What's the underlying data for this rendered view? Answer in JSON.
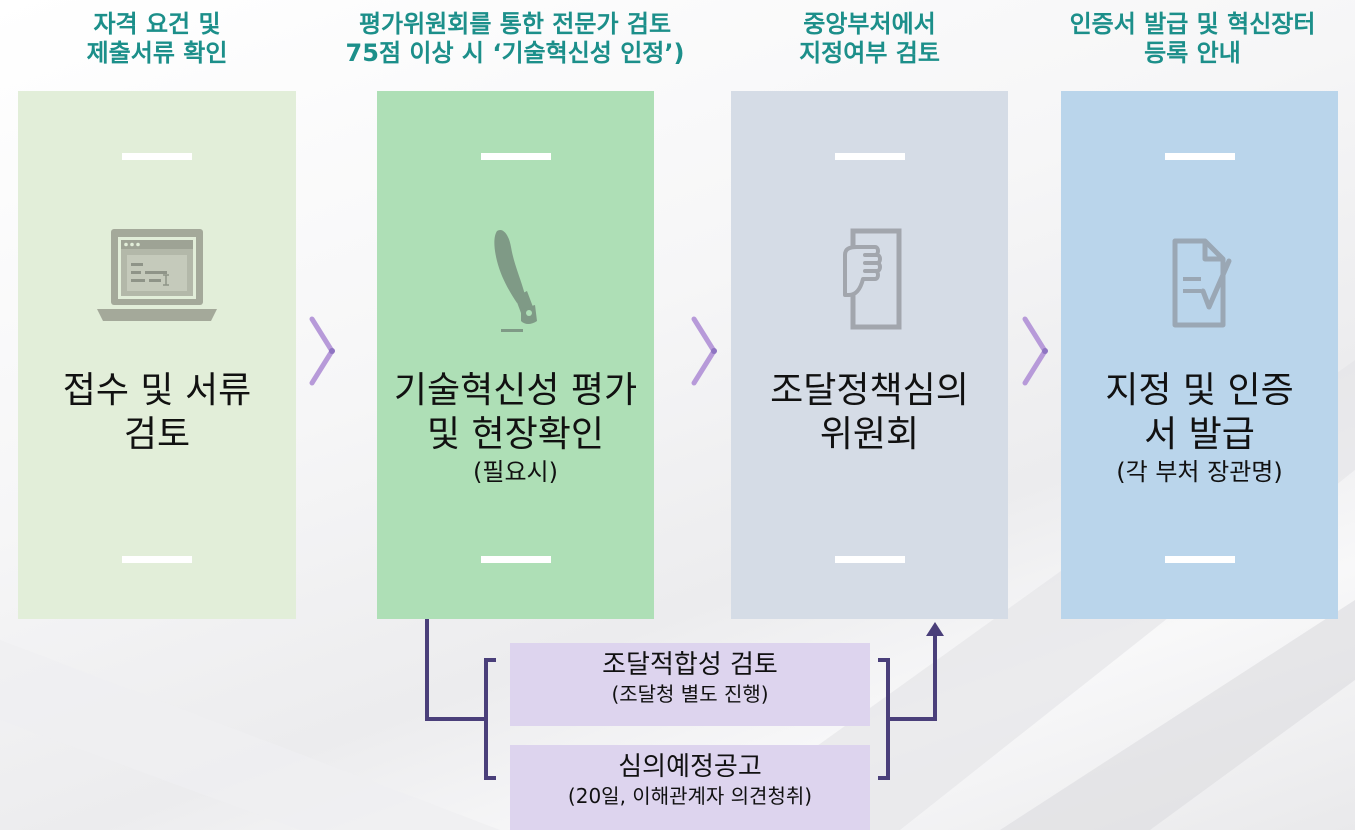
{
  "captions": [
    {
      "line1": "자격 요건 및",
      "line2": "제출서류 확인"
    },
    {
      "line1": "평가위원회를 통한 전문가 검토",
      "line2": "75점 이상 시 ‘기술혁신성 인정’)"
    },
    {
      "line1": "중앙부처에서",
      "line2": "지정여부 검토"
    },
    {
      "line1": "인증서 발급 및 혁신장터",
      "line2": "등록 안내"
    }
  ],
  "steps": [
    {
      "line1": "접수 및 서류",
      "line2": "검토",
      "sub": "",
      "icon": "laptop-icon",
      "color": "#e2eed9"
    },
    {
      "line1": "기술혁신성 평가",
      "line2": "및 현장확인",
      "sub": "(필요시)",
      "icon": "pen-nib-icon",
      "color": "#aedfb6"
    },
    {
      "line1": "조달정책심의",
      "line2": "위원회",
      "sub": "",
      "icon": "hand-document-icon",
      "color": "#d5dce6"
    },
    {
      "line1": "지정 및 인증",
      "line2": "서 발급",
      "sub": "(각 부처 장관명)",
      "icon": "signed-document-icon",
      "color": "#bad5eb"
    }
  ],
  "parallel": [
    {
      "title": "조달적합성 검토",
      "sub": "(조달청 별도 진행)"
    },
    {
      "title": "심의예정공고",
      "sub": "(20일, 이해관계자 의견청취)"
    }
  ],
  "colors": {
    "caption": "#1c8f8a",
    "chevron": "#b79ad9",
    "connector": "#4a3f7a",
    "parallel_box": "#ddd4ee"
  }
}
